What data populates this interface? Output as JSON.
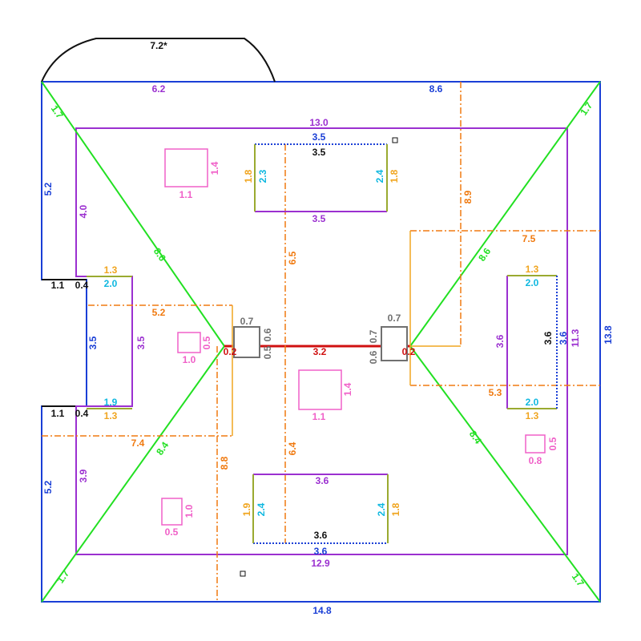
{
  "colors": {
    "outline_blue": "#1a3fd6",
    "purple": "#9b30d0",
    "green": "#22e022",
    "orange": "#f07a10",
    "yellow": "#f0a520",
    "cyan": "#10b8e0",
    "pink": "#f060c8",
    "red": "#d01010",
    "gray": "#707070",
    "black": "#111111"
  },
  "labels": {
    "bay_arc": "7.2*",
    "top_left_edge": "6.2",
    "top_right_edge": "8.6",
    "bottom_edge": "14.8",
    "right_edge": "13.8",
    "left_upper_edge": "5.2",
    "left_lower_edge": "5.2",
    "left_notch_edge": "3.5",
    "notch_upper_a": "1.1",
    "notch_upper_b": "0.4",
    "notch_lower_a": "1.1",
    "notch_lower_b": "0.4",
    "inner_top": "13.0",
    "inner_bottom": "12.9",
    "inner_left_upper": "4.0",
    "inner_left_lower": "3.9",
    "inner_right": "11.3",
    "inner_notch": "3.5",
    "hip_corner_tl": "1.7",
    "hip_corner_tr": "1.7",
    "hip_corner_bl": "1.7",
    "hip_corner_br": "1.7",
    "hip_ul": "8.6",
    "hip_ur": "8.6",
    "hip_ll": "8.4",
    "hip_lr": "8.4",
    "ridge": "3.2",
    "ridge_end_l": "0.2",
    "ridge_end_r": "0.2",
    "chimney_l_top": "0.7",
    "chimney_l_right": "0.6",
    "chimney_l_right2": "0.5",
    "chimney_r_top": "0.7",
    "chimney_r_left": "0.7",
    "chimney_r_left2": "0.6",
    "dim_left_top": "5.2",
    "dim_left_bottom": "7.4",
    "dim_right_top": "7.5",
    "dim_right_bottom": "5.3",
    "dim_v_top": "6.5",
    "dim_v_bottom": "6.4",
    "dim_v_right": "8.9",
    "dim_v_left": "8.8",
    "dormer_top_top_blue": "3.5",
    "dormer_top_top_black": "3.5",
    "dormer_top_bottom": "3.5",
    "dormer_top_left_yellow": "1.8",
    "dormer_top_left_cyan": "2.3",
    "dormer_top_right_cyan": "2.4",
    "dormer_top_right_yellow": "1.8",
    "dormer_bot_top": "3.6",
    "dormer_bot_bottom_black": "3.6",
    "dormer_bot_bottom_blue": "3.6",
    "dormer_bot_left_yellow": "1.9",
    "dormer_bot_left_cyan": "2.4",
    "dormer_bot_right_cyan": "2.4",
    "dormer_bot_right_yellow": "1.8",
    "dormer_left_top_yellow": "1.3",
    "dormer_left_top_cyan": "2.0",
    "dormer_left_bottom_cyan": "1.9",
    "dormer_left_bottom_yellow": "1.3",
    "dormer_right_top_yellow": "1.3",
    "dormer_right_top_cyan": "2.0",
    "dormer_right_left": "3.6",
    "dormer_right_black": "3.6",
    "dormer_right_blue": "3.6",
    "dormer_right_bottom_cyan": "2.0",
    "dormer_right_bottom_yellow": "1.3",
    "skylight_1_w": "1.1",
    "skylight_1_h": "1.4",
    "skylight_2_w": "1.0",
    "skylight_2_h": "0.5",
    "skylight_3_w": "1.1",
    "skylight_3_h": "1.4",
    "skylight_4_w": "0.8",
    "skylight_4_h": "0.5",
    "skylight_5_w": "0.5",
    "skylight_5_h": "1.0"
  }
}
